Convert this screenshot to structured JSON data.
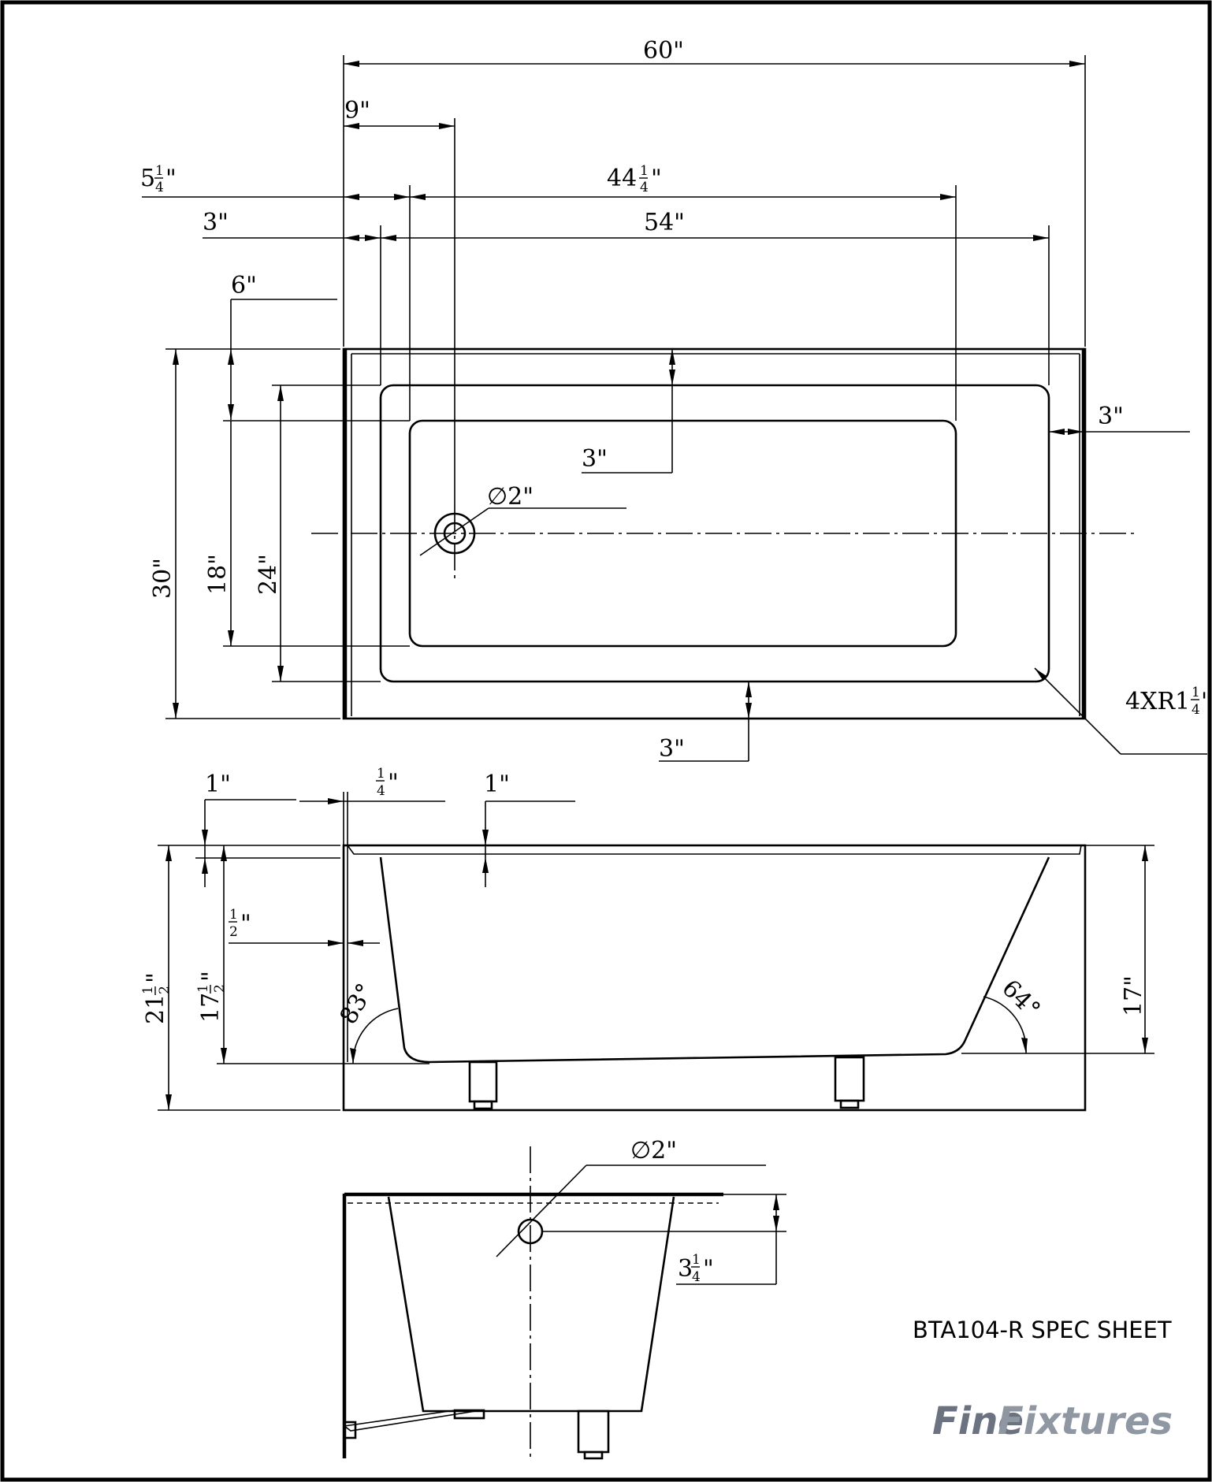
{
  "title": "BTA104-R SPEC SHEET",
  "logo": {
    "part1": "Fine",
    "part2": "Fixtures"
  },
  "top_view": {
    "overall_length": "60\"",
    "drain_offset": "9\"",
    "left_offset_1": "5",
    "inner_length": "44",
    "left_offset_2": "3\"",
    "basin_length": "54\"",
    "top_offset": "6\"",
    "overall_width": "30\"",
    "inner_width": "18\"",
    "basin_width": "24\"",
    "top_rim": "3\"",
    "right_rim": "3\"",
    "bottom_rim": "3\"",
    "drain_diameter": "∅2\"",
    "corner_radius": "4XR1"
  },
  "side_view": {
    "rim_thickness": "1\"",
    "wall_offset": "",
    "rim_depth": "1\"",
    "inset": "",
    "overall_height": "21",
    "inner_depth": "17",
    "right_height": "17\"",
    "left_angle": "83°",
    "right_angle": "64°"
  },
  "end_view": {
    "drain_diameter": "∅2\"",
    "drain_height": "3"
  },
  "fractions": {
    "quarter": {
      "num": "1",
      "den": "4"
    },
    "half": {
      "num": "1",
      "den": "2"
    }
  },
  "inch": "\""
}
